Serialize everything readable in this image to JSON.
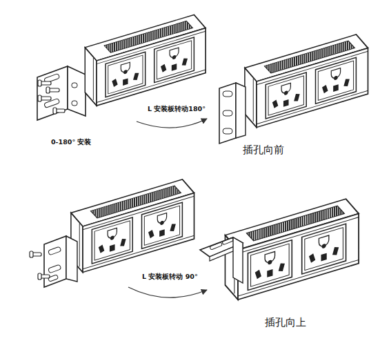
{
  "diagram": {
    "labels": [
      "L 安装板转动180°",
      "0-180° 安装",
      "插孔向前",
      "L 安装板转动 90°",
      "插孔向上"
    ]
  }
}
